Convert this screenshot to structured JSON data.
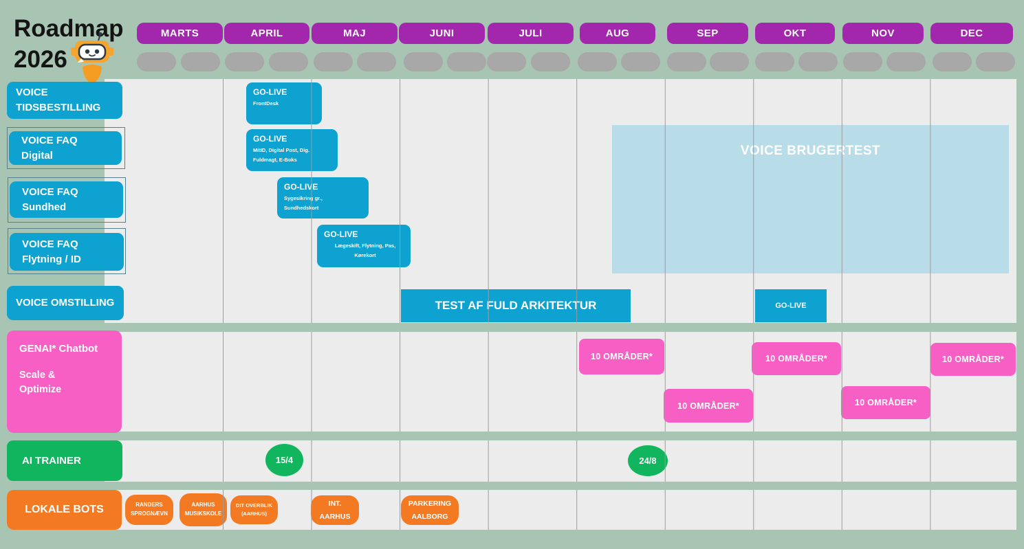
{
  "colors": {
    "background_green": "#a8c4b2",
    "month_purple": "#a227ad",
    "pill_gray": "#a8a8a8",
    "panel_gray": "#ececec",
    "gridline_gray": "#9b9b9b",
    "voice_cyan": "#0da2d0",
    "brugertest_light_blue": "#b9dce9",
    "genai_pink": "#f75fc5",
    "trainer_green": "#10b55d",
    "bots_orange": "#f47923"
  },
  "header": {
    "title_line1": "Roadmap",
    "title_line2": "2026",
    "robot_icon": "robot-mascot-icon",
    "months": [
      "MARTS",
      "APRIL",
      "MAJ",
      "JUNI",
      "JULI",
      "AUG",
      "SEP",
      "OKT",
      "NOV",
      "DEC"
    ]
  },
  "lanes": {
    "tidsbestilling": "VOICE\nTIDSBESTILLING",
    "faq_digital": "VOICE FAQ\nDigital",
    "faq_sundhed": "VOICE FAQ\nSundhed",
    "faq_flytning": "VOICE FAQ\nFlytning / ID",
    "omstilling": "VOICE OMSTILLING",
    "genai_title": "GENAI* Chatbot",
    "genai_subtitle": "Scale &\nOptimize",
    "ai_trainer": "AI TRAINER",
    "lokale_bots": "LOKALE BOTS"
  },
  "milestones": {
    "tidsbestilling_golive": {
      "title": "GO-LIVE",
      "detail": "FrontDesk"
    },
    "faq_digital_golive": {
      "title": "GO-LIVE",
      "detail": "MitID, Digital Post, Dig.\nFuldmagt, E-Boks"
    },
    "faq_sundhed_golive": {
      "title": "GO-LIVE",
      "detail": "Sygesikring gr.,\nSundhedskort"
    },
    "faq_flytning_golive": {
      "title": "GO-LIVE",
      "detail": "Lægeskift, Flytning, Pas,\nKørekort"
    },
    "voice_brugertest": "VOICE BRUGERTEST",
    "test_fuld_arkitektur": "TEST AF FULD ARKITEKTUR",
    "omstilling_golive": "GO-LIVE",
    "genai_areas": [
      "10 OMRÅDER*",
      "10 OMRÅDER*",
      "10 OMRÅDER*",
      "10 OMRÅDER*",
      "10 OMRÅDER*"
    ],
    "ai_trainer_dates": [
      "15/4",
      "24/8"
    ],
    "lokale_bots_items": [
      "RANDERS\nSPROGNÆVN",
      "AARHUS\nMUSIKSKOLE",
      "DIT OVERBLIK\n(AARHUS)",
      "INT.\nAARHUS",
      "PARKERING\nAALBORG"
    ]
  }
}
